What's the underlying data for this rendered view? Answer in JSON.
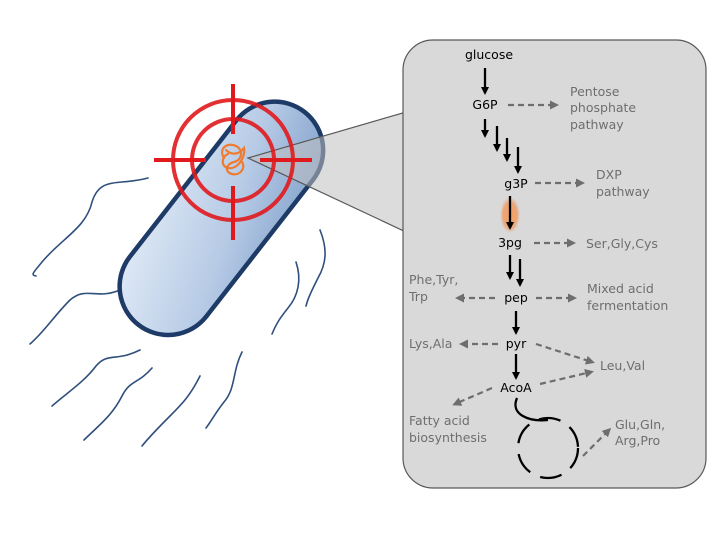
{
  "metabolites": {
    "glucose": "glucose",
    "g6p": "G6P",
    "g3p": "g3P",
    "pg3": "3pg",
    "pep": "pep",
    "pyr": "pyr",
    "acoa": "AcoA"
  },
  "branches": {
    "pentose": [
      "Pentose",
      "phosphate",
      "pathway"
    ],
    "dxp": [
      "DXP",
      "pathway"
    ],
    "ser": [
      "Ser,Gly,Cys"
    ],
    "phe": [
      "Phe,Tyr,",
      "Trp"
    ],
    "mixed": [
      "Mixed acid",
      "fermentation"
    ],
    "lys": [
      "Lys,Ala"
    ],
    "leu": [
      "Leu,Val"
    ],
    "fatty": [
      "Fatty acid",
      "biosynthesis"
    ],
    "glu": [
      "Glu,Gln,",
      "Arg,Pro"
    ]
  },
  "colors": {
    "cell_fill_light": "#dde8f5",
    "cell_fill_dark": "#7f9fca",
    "cell_outline": "#1d3b66",
    "target": "#e0191d",
    "enzyme": "#f07a2e",
    "panel_fill": "#d9d9d9",
    "panel_outline": "#595959",
    "branch_arrow": "#6e6e6e",
    "main_arrow": "#000000"
  },
  "icons": [
    "bacterium-cell",
    "crosshair-target-icon",
    "protein-enzyme-icon"
  ]
}
